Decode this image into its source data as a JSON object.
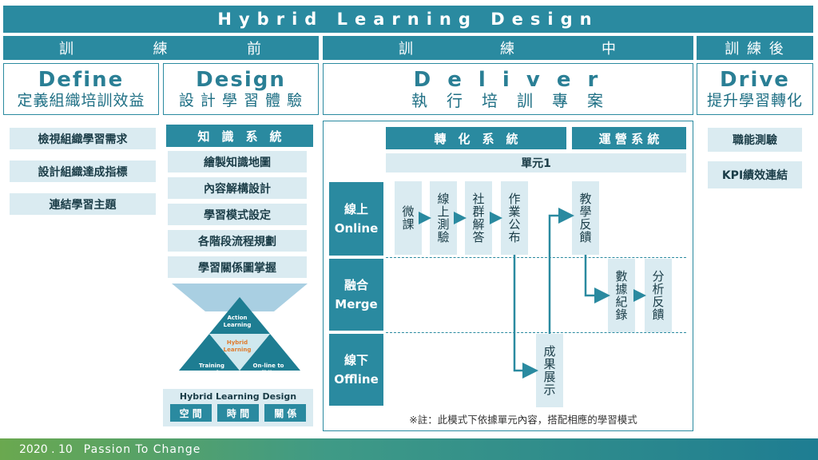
{
  "title": "Hybrid Learning Design",
  "phases": {
    "before": [
      "訓",
      "練",
      "前"
    ],
    "during": [
      "訓",
      "練",
      "中"
    ],
    "after": "訓 練 後"
  },
  "columns": {
    "define": {
      "title": "Define",
      "subtitle": "定義組織培訓效益"
    },
    "design": {
      "title": "Design",
      "subtitle": "設 計 學 習 體 驗"
    },
    "deliver": {
      "title": "D e l i v e r",
      "subtitle": "執　行　培　訓　專　案"
    },
    "drive": {
      "title": "Drive",
      "subtitle": "提升學習轉化"
    }
  },
  "define_items": [
    "檢視組織學習需求",
    "設計組織達成指標",
    "連結學習主題"
  ],
  "design": {
    "header": "知　識　系　統",
    "items": [
      "繪製知識地圖",
      "內容解構設計",
      "學習模式設定",
      "各階段流程規劃",
      "學習關係圖掌握"
    ],
    "triangle": {
      "top": "Action Learning",
      "center": "Hybrid Learning",
      "left": "Training Transfer",
      "right": "On-line to off-line"
    },
    "hld_label": "Hybrid Learning Design",
    "hld_items": [
      "空 間",
      "時 間",
      "關 係"
    ]
  },
  "deliver": {
    "system_a": "轉　化　系　統",
    "system_b": "運 營 系 統",
    "unit": "單元1",
    "rows": [
      {
        "zh": "線上",
        "en": "Online"
      },
      {
        "zh": "融合",
        "en": "Merge"
      },
      {
        "zh": "線下",
        "en": "Offline"
      }
    ],
    "steps": {
      "micro": "微課",
      "online_test": "線上測驗",
      "community": "社群解答",
      "assignment": "作業公布",
      "teaching_feedback": "教學反饋",
      "data_record": "數據紀錄",
      "analysis_feedback": "分析反饋",
      "result_show": "成果展示"
    },
    "note": "※註：此模式下依據單元內容，搭配相應的學習模式"
  },
  "drive_items": [
    "職能測驗",
    "KPI績效連結"
  ],
  "footer": {
    "year": "2020 . 10",
    "slogan": "Passion To Change"
  },
  "colors": {
    "teal": "#2a8aa0",
    "light": "#daebf1",
    "accent_orange": "#e07b2e",
    "footer_green": "#6aa84f"
  }
}
